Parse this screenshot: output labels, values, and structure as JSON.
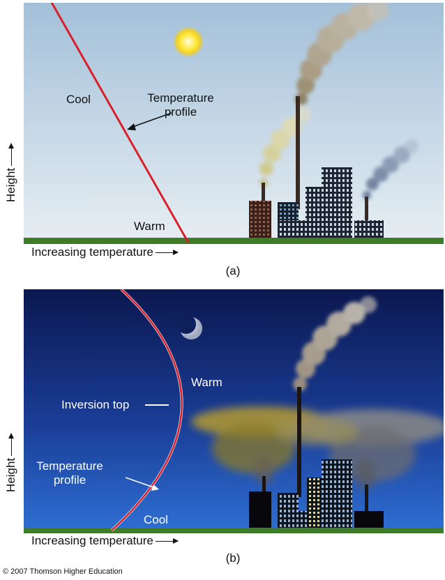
{
  "panel_a": {
    "label": "(a)",
    "cool": "Cool",
    "warm": "Warm",
    "temperature_profile": "Temperature\nprofile",
    "y_axis": "Height",
    "x_axis": "Increasing temperature"
  },
  "panel_b": {
    "label": "(b)",
    "warm": "Warm",
    "cool": "Cool",
    "inversion_top": "Inversion top",
    "temperature_profile": "Temperature\nprofile",
    "y_axis": "Height",
    "x_axis": "Increasing temperature"
  },
  "copyright": "© 2007 Thomson Higher Education",
  "colors": {
    "profile_line": "#d8202a",
    "sky_day_top": "#a8c4dc",
    "sky_day_bottom": "#e6eef4",
    "sky_night_top": "#0c1a52",
    "sky_night_bottom": "#2a6ad0",
    "ground": "#3e7c2a",
    "smog": "#b8a030"
  }
}
